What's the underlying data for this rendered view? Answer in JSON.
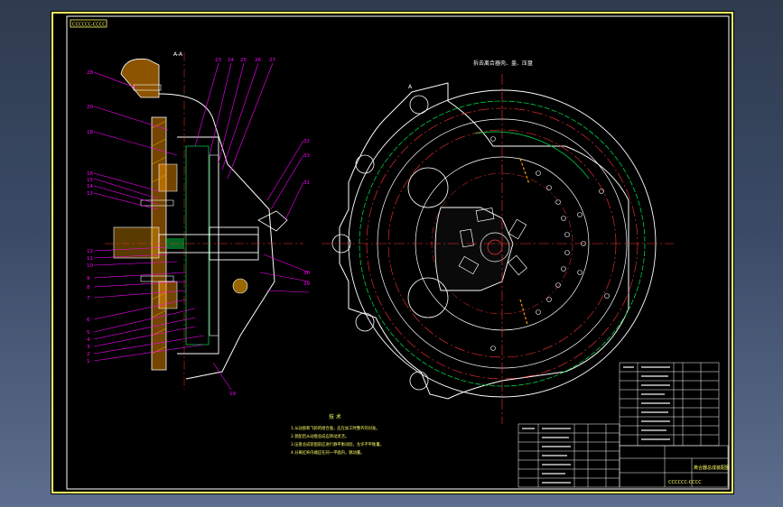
{
  "drawing": {
    "stamp_text": "CCCCCC-CCCC",
    "section_label": "A-A",
    "detail_label": "A",
    "view_title": "拆去离合器壳、盖、压盘",
    "callouts_left": [
      "28",
      "20",
      "18",
      "16",
      "15",
      "14",
      "13",
      "12",
      "11",
      "10",
      "9",
      "8",
      "7",
      "6",
      "5",
      "4",
      "3",
      "2",
      "1"
    ],
    "callouts_top": [
      "23",
      "24",
      "25",
      "26",
      "27"
    ],
    "callouts_right": [
      "32",
      "33",
      "31",
      "30",
      "29"
    ],
    "callout_bottom": "19",
    "notes": {
      "title": "技 术",
      "lines": [
        "1.从动盘和飞轮的接合面，应在加工时整齐的对准。",
        "2.装配后从动盘总成应转动灵活。",
        "3.压盘总成装配前应进行静平衡试验，允许不平衡量。",
        "4.分离杠杆内端应在同一平面内，跳动量。"
      ]
    },
    "title_block": {
      "name": "离合器总成装配图",
      "code": "CCCCCC-CCCC"
    }
  },
  "colors": {
    "frame": "#ffff66",
    "outline": "#ffffff",
    "callout": "#ff00ff",
    "center": "#ff3333",
    "green": "#00cc44",
    "orange": "#ff9900",
    "hatch": "#ffaa00"
  }
}
